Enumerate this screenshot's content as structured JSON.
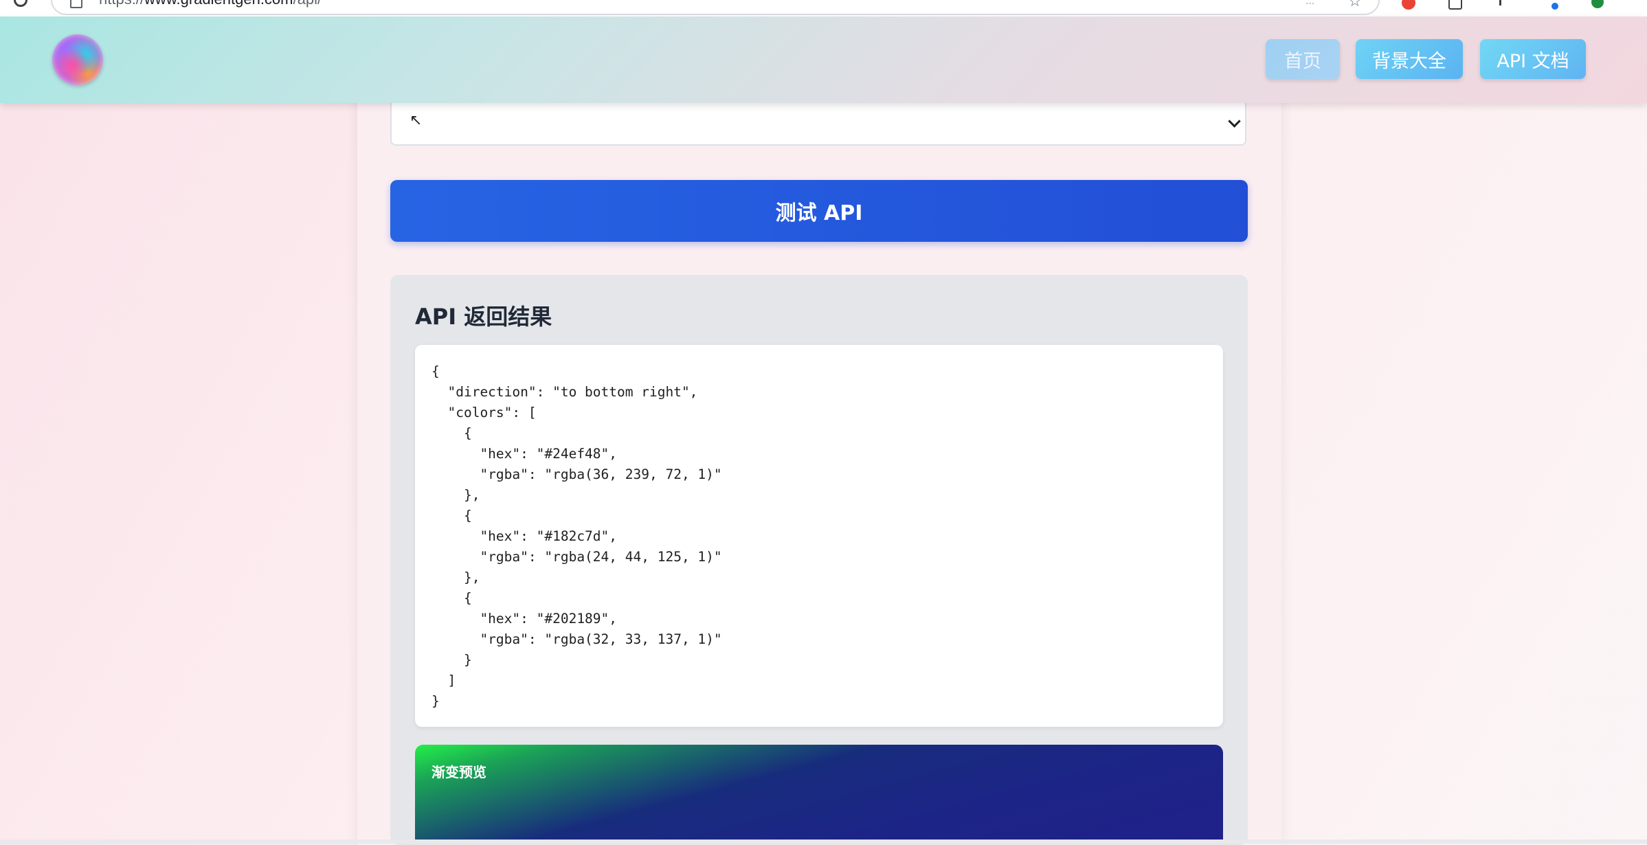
{
  "browser": {
    "address_scheme": "https://",
    "address_host": "www.gradientgen.com",
    "address_path": "/api/",
    "reader_hint": "..."
  },
  "nav": {
    "home_label": "首页",
    "backgrounds_label": "背景大全",
    "api_docs_label": "API 文档"
  },
  "form": {
    "direction_value": "↖"
  },
  "actions": {
    "test_api_label": "测试 API"
  },
  "result": {
    "title": "API 返回结果",
    "json_text": "{\n  \"direction\": \"to bottom right\",\n  \"colors\": [\n    {\n      \"hex\": \"#24ef48\",\n      \"rgba\": \"rgba(36, 239, 72, 1)\"\n    },\n    {\n      \"hex\": \"#182c7d\",\n      \"rgba\": \"rgba(24, 44, 125, 1)\"\n    },\n    {\n      \"hex\": \"#202189\",\n      \"rgba\": \"rgba(32, 33, 137, 1)\"\n    }\n  ]\n}",
    "preview_label": "渐变预览"
  },
  "colors": {
    "accent_button": "#2560e0",
    "gradient_stop_1": "#24ef48",
    "gradient_stop_2": "#182c7d",
    "gradient_stop_3": "#202189"
  },
  "icons": {
    "reload": "reload-icon",
    "lock": "lock-icon",
    "star": "star-icon",
    "extensions": "puzzle-icon",
    "logo": "logo-orb"
  }
}
